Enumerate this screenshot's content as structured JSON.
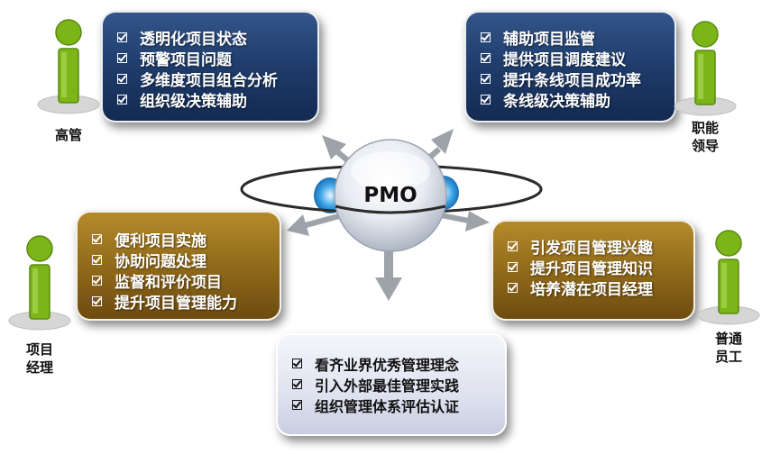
{
  "center": {
    "label": "PMO"
  },
  "executives": {
    "role": "高管",
    "items": [
      "透明化项目状态",
      "预警项目问题",
      "多维度项目组合分析",
      "组织级决策辅助"
    ]
  },
  "functional_leaders": {
    "role_line1": "职能",
    "role_line2": "领导",
    "items": [
      "辅助项目监管",
      "提供项目调度建议",
      "提升条线项目成功率",
      "条线级决策辅助"
    ]
  },
  "project_managers": {
    "role_line1": "项目",
    "role_line2": "经理",
    "items": [
      "便利项目实施",
      "协助问题处理",
      "监督和评价项目",
      "提升项目管理能力"
    ]
  },
  "employees": {
    "role_line1": "普通",
    "role_line2": "员工",
    "items": [
      "引发项目管理兴趣",
      "提升项目管理知识",
      "培养潜在项目经理"
    ]
  },
  "organization": {
    "items": [
      "看齐业界优秀管理理念",
      "引入外部最佳管理实践",
      "组织管理体系评估认证"
    ]
  },
  "colors": {
    "blue_box": "#1d3a68",
    "gold_box": "#8a6418",
    "silver_box": "#dfe2ef",
    "person_green": "#7cb518",
    "arrow_gray": "#9ea3aa"
  }
}
